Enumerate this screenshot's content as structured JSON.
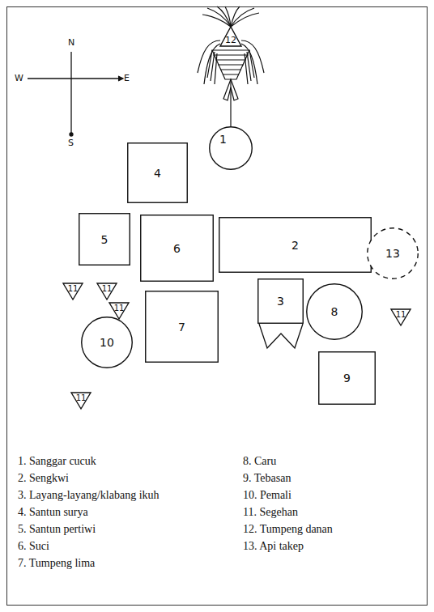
{
  "diagram": {
    "nodes": [
      {
        "text": [
          "12"
        ]
      },
      {
        "text": [
          "1"
        ]
      },
      {
        "text": [
          "4"
        ]
      },
      {
        "text": [
          "5"
        ]
      },
      {
        "text": [
          "6"
        ]
      },
      {
        "text": [
          "2"
        ]
      },
      {
        "text": [
          "13"
        ]
      },
      {
        "text": [
          "3"
        ]
      },
      {
        "text": [
          "11"
        ]
      },
      {
        "text": [
          "11"
        ]
      },
      {
        "text": [
          "11"
        ]
      },
      {
        "text": [
          "8"
        ]
      },
      {
        "text": [
          "11"
        ]
      },
      {
        "text": [
          "7"
        ]
      },
      {
        "text": [
          "10"
        ]
      },
      {
        "text": [
          "11"
        ]
      },
      {
        "text": [
          "9"
        ]
      }
    ],
    "labels": [
      "N",
      "W",
      "E",
      "S",
      "1. Sanggar cucuk",
      "2. Sengkwi",
      "3. Layang-layang/klabang ikuh",
      "4. Santun surya",
      "5. Santun pertiwi",
      "6. Suci",
      "7. Tumpeng lima",
      "8. Caru",
      "9. Tebasan",
      "10. Pemali",
      "11. Segehan",
      "12. Tumpeng danan",
      "13. Api takep"
    ]
  }
}
